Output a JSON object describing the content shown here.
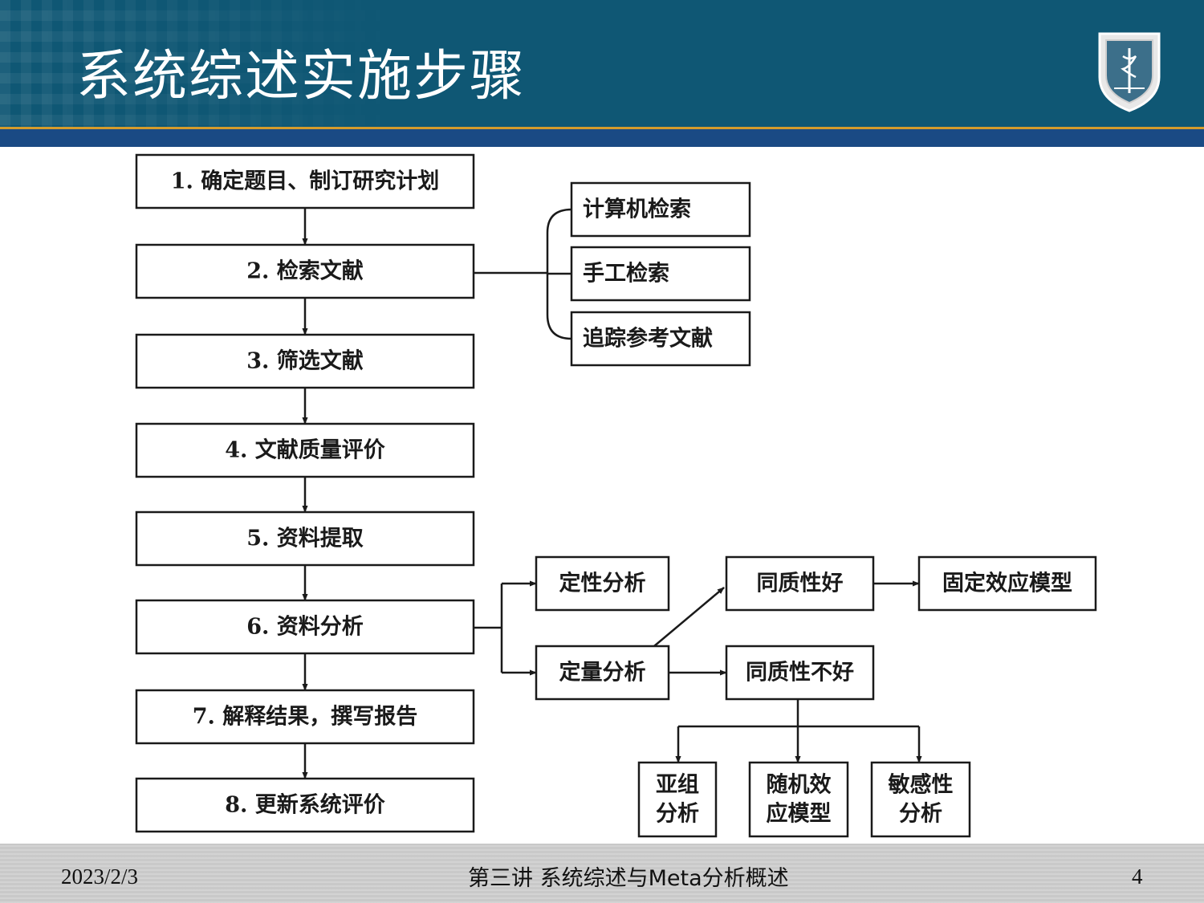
{
  "slide": {
    "title": "系统综述实施步骤",
    "page_number": "4"
  },
  "footer": {
    "date": "2023/2/3",
    "center_text": "第三讲 系统综述与Meta分析概述"
  },
  "diagram": {
    "steps": [
      "1. 确定题目、制订研究计划",
      "2. 检索文献",
      "3. 筛选文献",
      "4. 文献质量评价",
      "5. 资料提取",
      "6. 资料分析",
      "7. 解释结果，撰写报告",
      "8. 更新系统评价"
    ],
    "search_methods": [
      "计算机检索",
      "手工检索",
      "追踪参考文献"
    ],
    "analysis_types": [
      "定性分析",
      "定量分析"
    ],
    "homogeneity": {
      "good": "同质性好",
      "poor": "同质性不好",
      "fixed_model": "固定效应模型"
    },
    "poor_branches": [
      {
        "line1": "亚组",
        "line2": "分析"
      },
      {
        "line1": "随机效",
        "line2": "应模型"
      },
      {
        "line1": "敏感性",
        "line2": "分析"
      }
    ]
  },
  "colors": {
    "header_bg": "#0f5774",
    "accent_orange": "#d59c2c",
    "band_blue": "#1a4a84",
    "footer_gray": "#c9c9c9"
  }
}
